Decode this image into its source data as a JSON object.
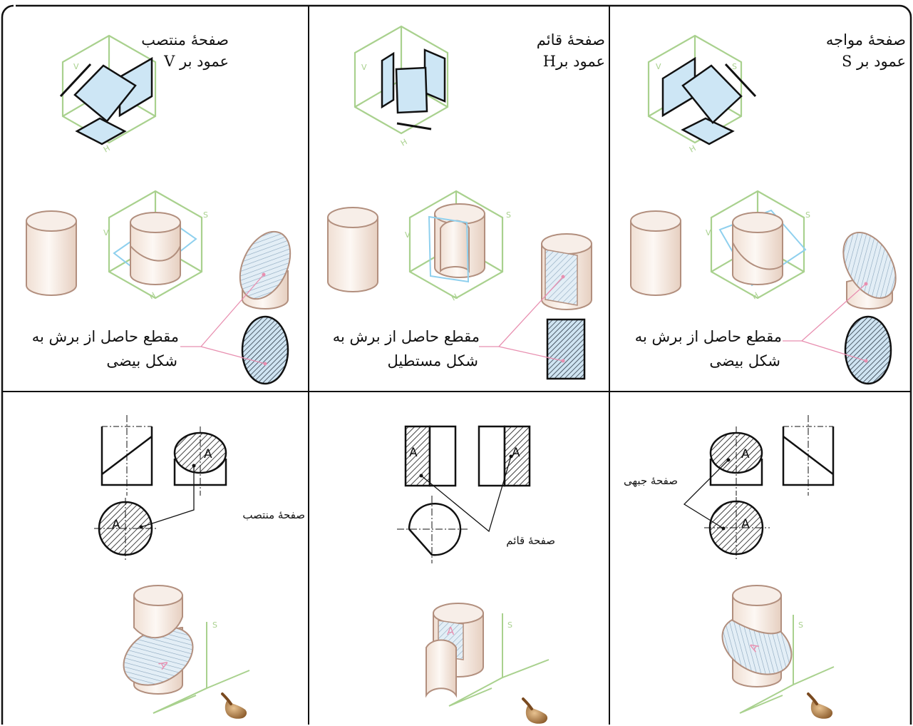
{
  "columns": [
    {
      "plane_title": "صفحهٔ منتصب",
      "perp_text": "عمود بر V",
      "section_line1": "مقطع حاصل از برش به",
      "section_line2": "شکل بیضی",
      "view_label": "صفحهٔ منتصب",
      "area_label": "A",
      "box_letters": [
        "V",
        "S",
        "H"
      ]
    },
    {
      "plane_title": "صفحهٔ قائم",
      "perp_text": "عمود برH",
      "section_line1": "مقطع حاصل از برش به",
      "section_line2": "شکل مستطیل",
      "view_label": "صفحهٔ قائم",
      "area_label": "A",
      "box_letters": [
        "V",
        "S",
        "H"
      ]
    },
    {
      "plane_title": "صفحهٔ مواجه",
      "perp_text": "عمود بر S",
      "section_line1": "مقطع حاصل از برش به",
      "section_line2": "شکل بیضی",
      "view_label": "صفحهٔ جبهی",
      "area_label": "A",
      "box_letters": [
        "V",
        "S",
        "H"
      ]
    }
  ],
  "colors": {
    "box_green": "#a9d18e",
    "plane_blue": "#cde6f5",
    "cylinder_fill": "#f3e7df",
    "cylinder_stroke": "#b28f7e",
    "leader_pink": "#e88fb0",
    "hatch": "#1a2a3a"
  }
}
